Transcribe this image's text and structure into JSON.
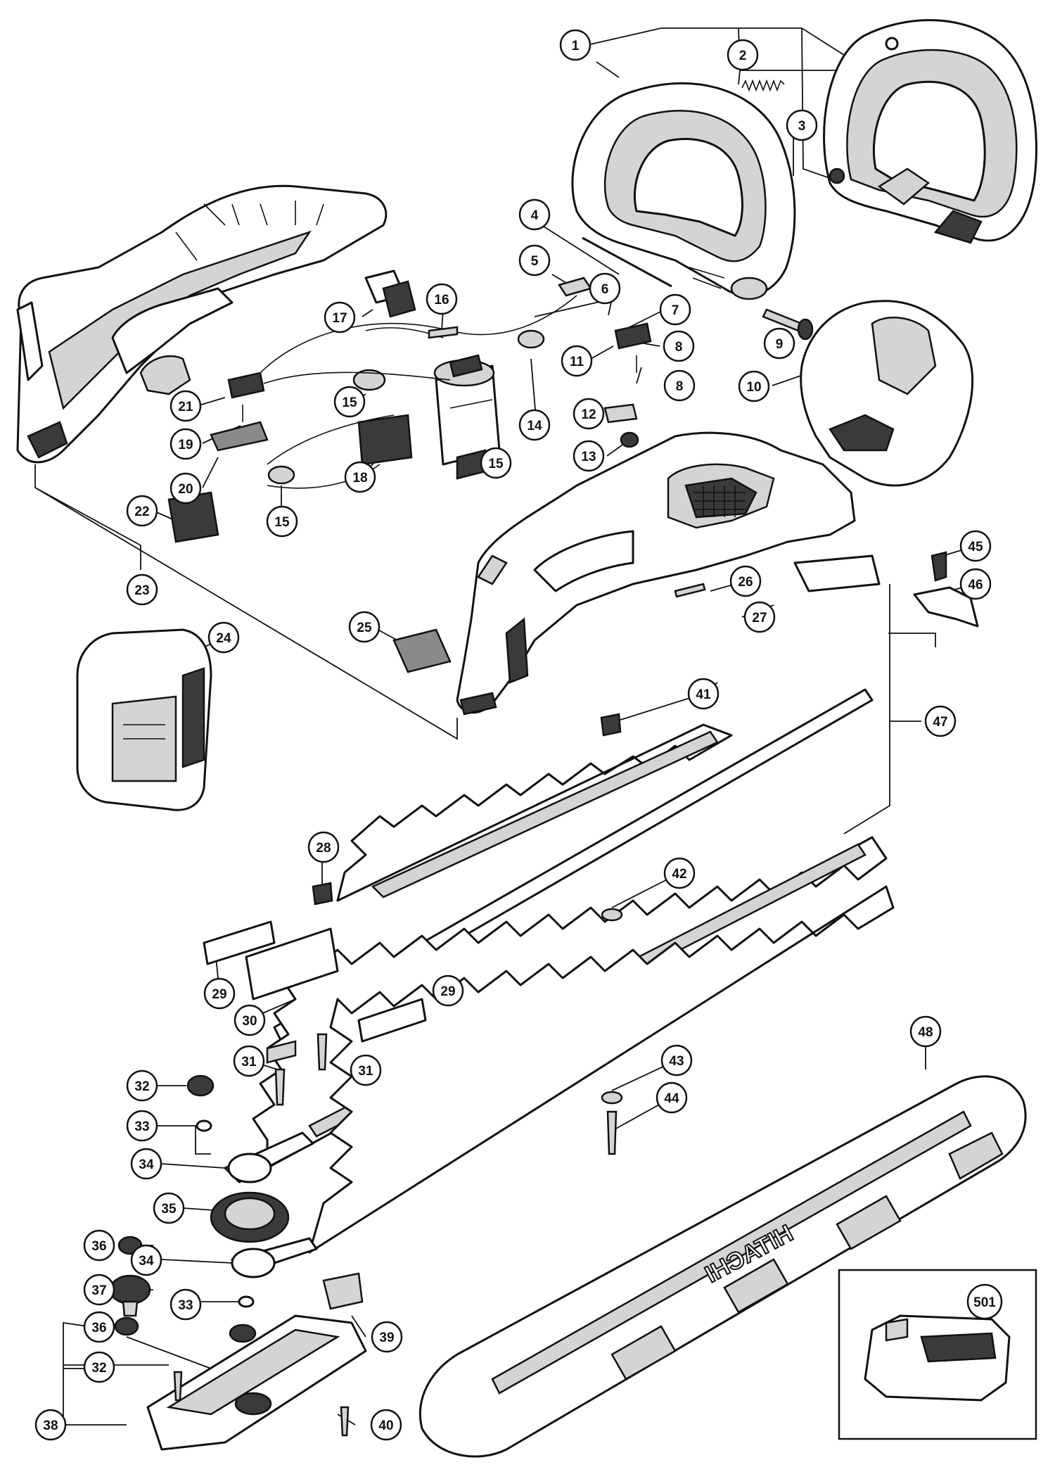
{
  "diagram": {
    "brand_text": "HITACHI",
    "callouts": [
      "1",
      "2",
      "3",
      "4",
      "5",
      "6",
      "7",
      "8",
      "8",
      "9",
      "10",
      "11",
      "12",
      "13",
      "14",
      "15",
      "15",
      "15",
      "16",
      "17",
      "18",
      "19",
      "20",
      "21",
      "22",
      "23",
      "24",
      "25",
      "26",
      "27",
      "28",
      "29",
      "29",
      "30",
      "31",
      "31",
      "32",
      "32",
      "33",
      "33",
      "34",
      "34",
      "35",
      "36",
      "36",
      "37",
      "38",
      "39",
      "40",
      "41",
      "42",
      "43",
      "44",
      "45",
      "46",
      "47",
      "48",
      "501"
    ]
  }
}
